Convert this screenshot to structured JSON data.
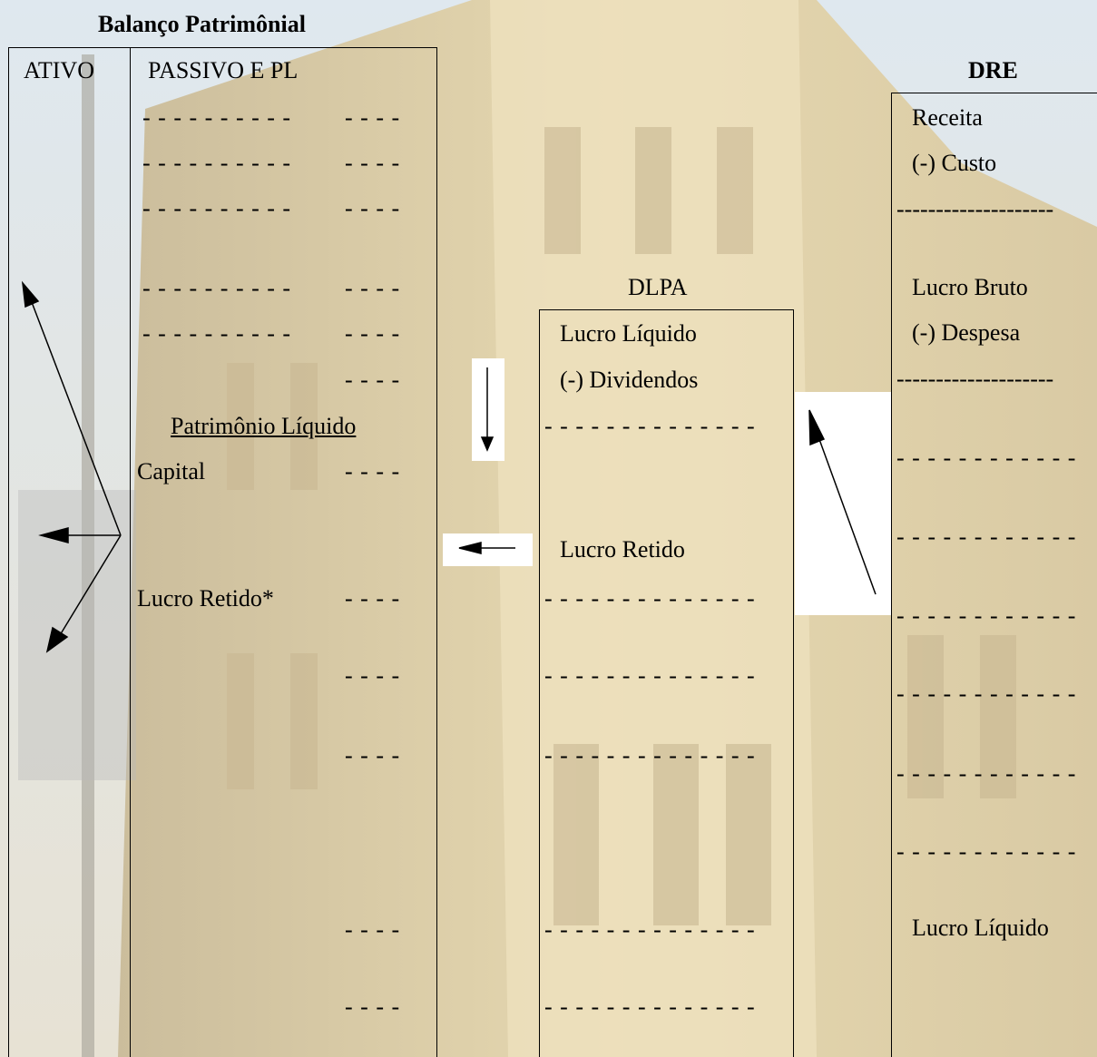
{
  "balanco": {
    "title": "Balanço Patrimônial",
    "col_ativo": "ATIVO",
    "col_passivo": "PASSIVO E PL",
    "left_dashes": [
      "- - - - - - - - - -",
      "- - - - - - - - - -",
      "- - - - - - - - - -",
      "- - - - - - - - - -",
      "- - - - - - - - - -"
    ],
    "right_dashes": [
      "- - - -",
      "- - - -",
      "- - - -",
      "- - - -",
      "- - - -",
      "- - - -",
      "- - - -",
      "- - - -",
      "- - - -",
      "- - - -",
      "- - - -",
      "- - - -"
    ],
    "pl_heading": "Patrimônio Líquido",
    "capital_label": "Capital",
    "lucro_retido_label": "Lucro Retido*"
  },
  "dlpa": {
    "title": "DLPA",
    "lucro_liquido": "Lucro Líquido",
    "dividendos": "(-) Dividendos",
    "lucro_retido": "Lucro Retido",
    "dash_line": "- - - - - - - - - - - - - -"
  },
  "dre": {
    "title": "DRE",
    "receita": "Receita",
    "custo": "(-) Custo",
    "lucro_bruto": "Lucro Bruto",
    "despesa": "(-) Despesa",
    "lucro_liquido": "Lucro Líquido",
    "solid_line": "--------------------",
    "dash_line": "- - - - - - - - - - - -"
  },
  "colors": {
    "ink": "#000000",
    "background_tone": "#d8cdb0"
  }
}
